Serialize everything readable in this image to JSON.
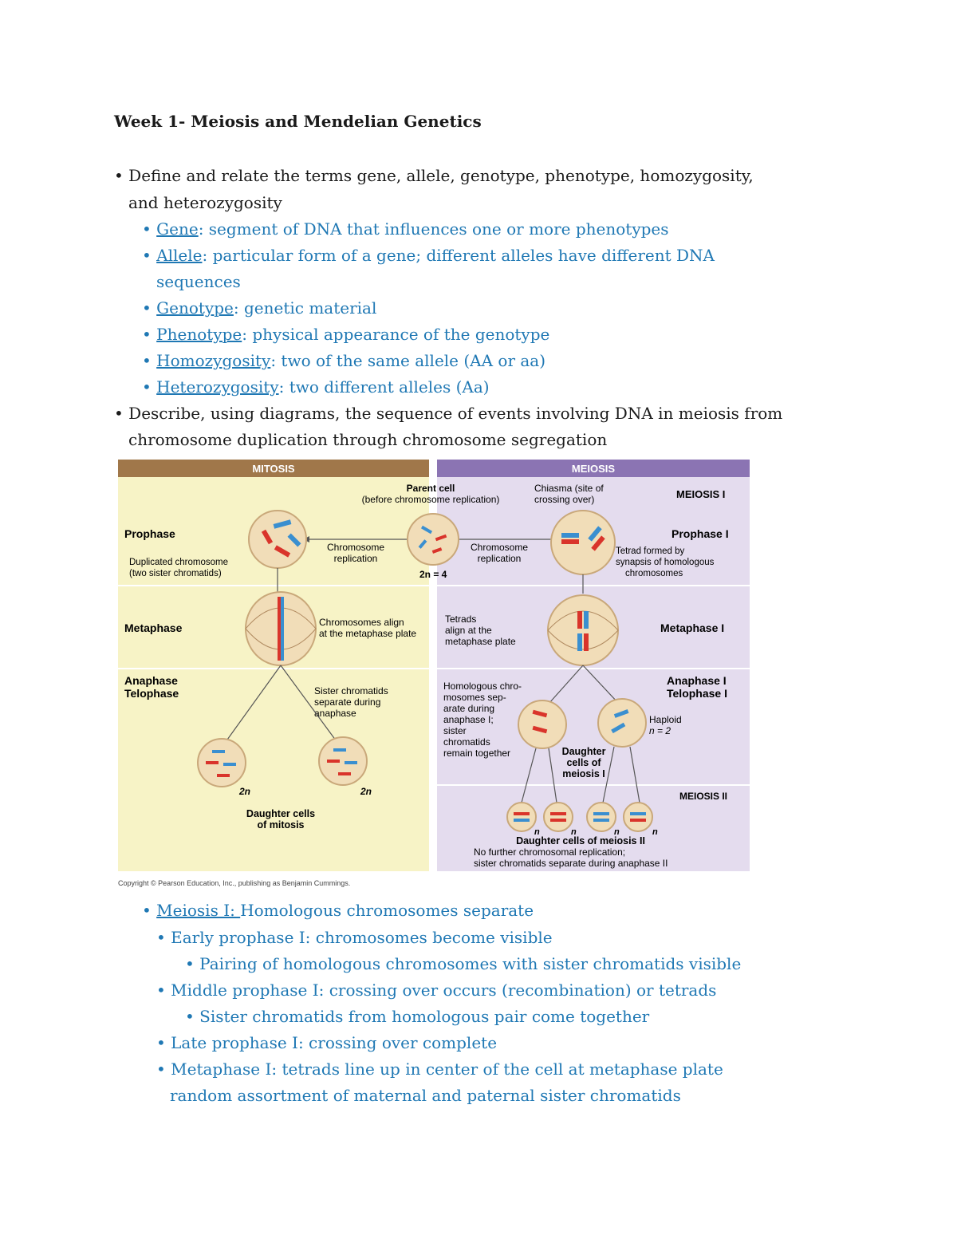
{
  "title": "Week 1- Meiosis and Mendelian Genetics",
  "bullets_top": [
    {
      "l1": "• Define and relate the terms gene, allele, genotype, phenotype, homozygosity,",
      "l2": "and heterozygosity"
    }
  ],
  "definitions": [
    {
      "term": "Gene",
      "def": ": segment of DNA that influences one or more phenotypes"
    },
    {
      "term": "Allele",
      "def": ": particular form of a gene; different alleles have different DNA",
      "def2": "sequences"
    },
    {
      "term": "Genotype",
      "def": ": genetic material"
    },
    {
      "term": "Phenotype",
      "def": ": physical appearance of the genotype"
    },
    {
      "term": "Homozygosity",
      "def": ": two of the same allele (AA or aa)"
    },
    {
      "term": "Heterozygosity",
      "def": ": two different alleles (Aa)"
    }
  ],
  "bullet2": {
    "l1": "• Describe, using diagrams, the sequence of events involving DNA in meiosis from",
    "l2": "chromosome duplication through chromosome segregation"
  },
  "figure": {
    "mitosis_header": "MITOSIS",
    "meiosis_header": "MEIOSIS",
    "parent_cell": "Parent cell",
    "parent_cell_sub": "(before chromosome replication)",
    "chiasma": "Chiasma (site of",
    "chiasma2": "crossing over)",
    "meiosis1": "MEIOSIS I",
    "prophase": "Prophase",
    "prophase1": "Prophase I",
    "dup_chrom": "Duplicated chromosome",
    "dup_chrom2": "(two sister chromatids)",
    "chrom_rep": "Chromosome",
    "chrom_rep2": "replication",
    "two_n4": "2n = 4",
    "tetrad": "Tetrad formed by",
    "tetrad2": "synapsis of homologous",
    "tetrad3": "chromosomes",
    "metaphase": "Metaphase",
    "metaphase1": "Metaphase I",
    "align1": "Chromosomes align",
    "align2": "at the metaphase plate",
    "tetrads1": "Tetrads",
    "tetrads2": "align at the",
    "tetrads3": "metaphase plate",
    "anaphase": "Anaphase",
    "telophase": "Telophase",
    "anaphase1": "Anaphase I",
    "telophase1": "Telophase I",
    "sister1": "Sister chromatids",
    "sister2": "separate during",
    "sister3": "anaphase",
    "homo1": "Homologous chro-",
    "homo2": "mosomes sep-",
    "homo3": "arate during",
    "homo4": "anaphase I;",
    "homo5": "sister",
    "homo6": "chromatids",
    "homo7": "remain together",
    "haploid": "Haploid",
    "n2": "n = 2",
    "daughter_m1": "Daughter",
    "daughter_m2": "cells of",
    "daughter_m3": "meiosis I",
    "meiosis2": "MEIOSIS II",
    "two_n": "2n",
    "n": "n",
    "daughter_mit1": "Daughter cells",
    "daughter_mit2": "of mitosis",
    "daughter_mei": "Daughter cells of meiosis II",
    "no_further": "No further chromosomal replication;",
    "sister_sep": "sister chromatids separate during anaphase II",
    "copyright": "Copyright © Pearson Education, Inc., publishing as Benjamin Cummings."
  },
  "notes": [
    {
      "level": 2,
      "u": "Meiosis I: ",
      "text": "Homologous chromosomes separate"
    },
    {
      "level": 3,
      "text": "• Early prophase I: chromosomes become visible"
    },
    {
      "level": 4,
      "text": "• Pairing of homologous chromosomes with sister chromatids visible"
    },
    {
      "level": 3,
      "text": "• Middle prophase I: crossing over occurs (recombination) or tetrads"
    },
    {
      "level": 4,
      "text": "• Sister chromatids from homologous pair come together"
    },
    {
      "level": 3,
      "text": "• Late prophase I: crossing over complete"
    },
    {
      "level": 3,
      "text": "• Metaphase I: tetrads line up in center of the cell at metaphase plate"
    },
    {
      "level": 3,
      "text": "random assortment of maternal and paternal sister chromatids"
    }
  ]
}
